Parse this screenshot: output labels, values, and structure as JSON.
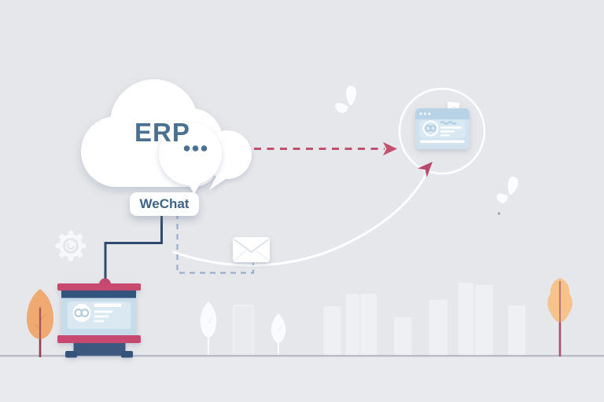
{
  "scene": {
    "cloud": {
      "label": "ERP",
      "ellipsis_dot_count": 3
    },
    "badge": {
      "label": "WeChat"
    },
    "icons": [
      "cloud",
      "speech-bubble",
      "chat-ellipsis-dots",
      "wechat-badge",
      "envelope-icon",
      "gear-icon",
      "browser-window-icon",
      "bookmark-page-icon",
      "butterfly-icon",
      "kiosk-machine",
      "orange-tree",
      "peach-tree",
      "white-tree",
      "city-skyline",
      "dashed-arrow",
      "curved-arrow",
      "target-circle"
    ],
    "colors": {
      "background": "#e5e7ea",
      "rose_accent": "#c2516f",
      "navy_line": "#2e4a6c",
      "slate_text": "#4b7090",
      "dashed_slate": "#9badca",
      "machine_crimson": "#c84a70",
      "machine_navy": "#33527b",
      "screen_blue": "#c6dcea",
      "window_blue": "#cfe2ee",
      "tree_orange": "#f0a466",
      "tree_peach": "#f8c28b",
      "ground_line": "#b9bcc4",
      "skyline": "#eef0f4"
    }
  }
}
